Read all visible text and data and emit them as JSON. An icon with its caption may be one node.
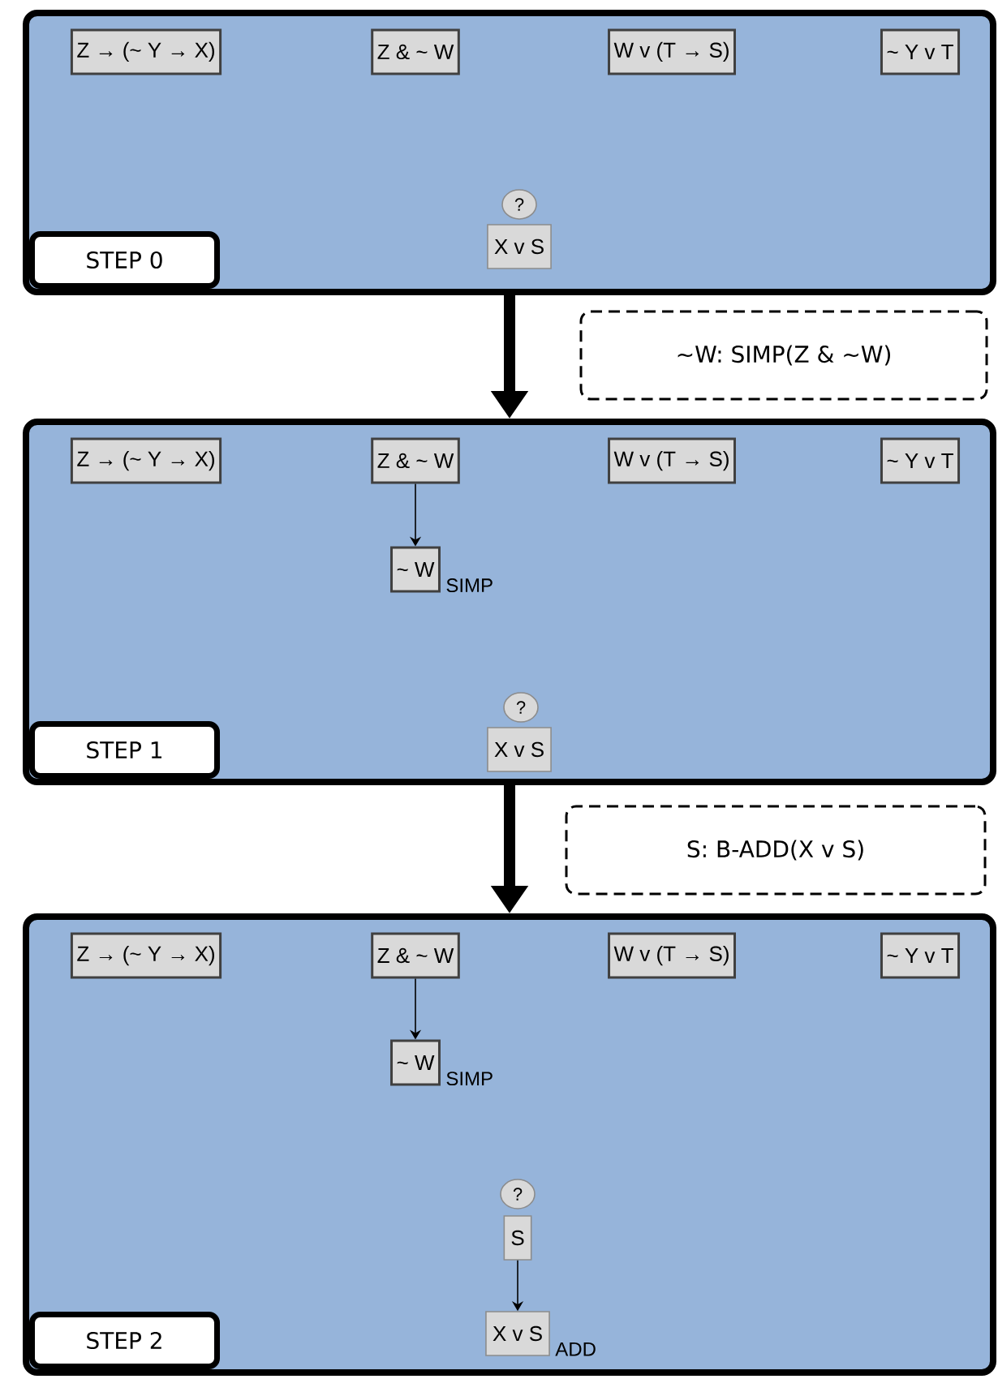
{
  "diagram": {
    "nodes": [
      {
        "text": [
          "STEP 0"
        ]
      },
      {
        "text": [
          "Z → (~ Y → X)"
        ],
        "in": 0
      },
      {
        "text": [
          "Z & ~ W"
        ],
        "in": 0
      },
      {
        "text": [
          "W v (T → S)"
        ],
        "in": 0
      },
      {
        "text": [
          "~ Y v T"
        ],
        "in": 0
      },
      {
        "text": [
          "?"
        ],
        "in": 0
      },
      {
        "text": [
          "X v S"
        ],
        "in": 0
      },
      {
        "text": [
          "STEP 1"
        ]
      },
      {
        "text": [
          "Z → (~ Y → X)"
        ],
        "in": 7
      },
      {
        "text": [
          "Z & ~ W"
        ],
        "in": 7
      },
      {
        "text": [
          "W v (T → S)"
        ],
        "in": 7
      },
      {
        "text": [
          "~ Y v T"
        ],
        "in": 7
      },
      {
        "text": [
          "~ W"
        ],
        "in": 7,
        "beside": [
          "SIMP"
        ]
      },
      {
        "text": [
          "?"
        ],
        "in": 7
      },
      {
        "text": [
          "X v S"
        ],
        "in": 7
      },
      {
        "text": [
          "STEP 2"
        ]
      },
      {
        "text": [
          "Z → (~ Y → X)"
        ],
        "in": 15
      },
      {
        "text": [
          "Z & ~ W"
        ],
        "in": 15
      },
      {
        "text": [
          "W v (T → S)"
        ],
        "in": 15
      },
      {
        "text": [
          "~ Y v T"
        ],
        "in": 15
      },
      {
        "text": [
          "~ W"
        ],
        "in": 15,
        "beside": [
          "SIMP"
        ]
      },
      {
        "text": [
          "?"
        ],
        "in": 15
      },
      {
        "text": [
          "S"
        ],
        "in": 15
      },
      {
        "text": [
          "X v S"
        ],
        "in": 15,
        "beside": [
          "ADD"
        ]
      },
      {
        "text": [
          "~W: SIMP(Z & ~W)"
        ]
      },
      {
        "text": [
          "S: B-ADD(X v S)"
        ]
      }
    ],
    "edges": [
      {
        "from": 0,
        "to": 7,
        "arrow": "to",
        "style": "thick"
      },
      {
        "from": 7,
        "to": 15,
        "arrow": "to",
        "style": "thick"
      },
      {
        "from": 9,
        "to": 12,
        "arrow": "to"
      },
      {
        "from": 17,
        "to": 20,
        "arrow": "to"
      },
      {
        "from": 22,
        "to": 23,
        "arrow": "to"
      }
    ]
  }
}
